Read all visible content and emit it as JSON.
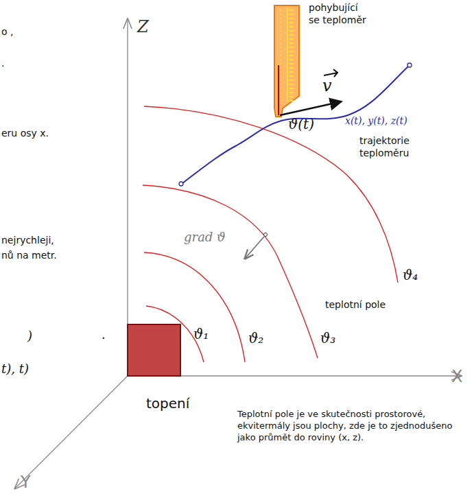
{
  "diagram": {
    "nodes": [
      {
        "text": [
          "topení"
        ]
      }
    ],
    "labels": [
      "o ,",
      ".",
      "eru osy x.",
      "nejrychleji,",
      "nů na metr.",
      ")",
      ".",
      "t), t)",
      "Z",
      "X",
      "Y",
      "pohybující se teploměr",
      "v",
      "ϑ(t)",
      "x(t), y(t), z(t)",
      "trajektorie teploměru",
      "grad ϑ",
      "ϑ₁",
      "ϑ₂",
      "ϑ₃",
      "ϑ₄",
      "teplotní pole",
      "Teplotní pole je ve skutečnosti prostorové, ekvitermály jsou plochy, zde je to zjednodušeno jako průmět do roviny (x, z)."
    ]
  }
}
